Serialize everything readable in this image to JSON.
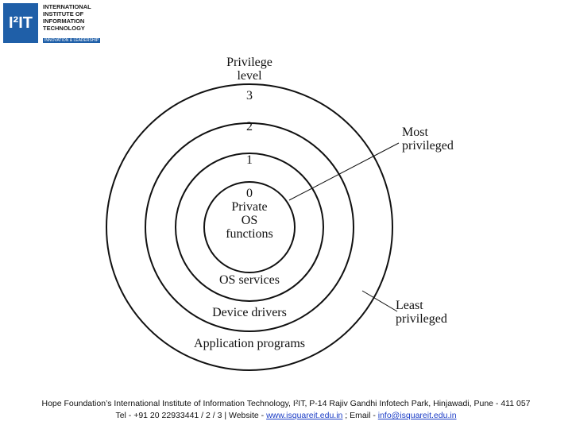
{
  "logo": {
    "mark": "I²IT",
    "lines": [
      "INTERNATIONAL",
      "INSTITUTE OF",
      "INFORMATION",
      "TECHNOLOGY"
    ],
    "tagline": "INNOVATION & LEADERSHIP"
  },
  "diagram": {
    "privilege_title_1": "Privilege",
    "privilege_title_2": "level",
    "level_3": "3",
    "level_2": "2",
    "level_1": "1",
    "level_0": "0",
    "core_1": "Private",
    "core_2": "OS",
    "core_3": "functions",
    "ring_os_services": "OS services",
    "ring_device_drivers": "Device drivers",
    "ring_applications": "Application programs",
    "most_1": "Most",
    "most_2": "privileged",
    "least_1": "Least",
    "least_2": "privileged"
  },
  "footer": {
    "line1": "Hope Foundation’s International Institute of Information Technology, I²IT, P-14 Rajiv Gandhi Infotech Park, Hinjawadi, Pune - 411 057",
    "line2_prefix": "Tel - +91 20 22933441 / 2 / 3  |  Website - ",
    "website": "www.isquareit.edu.in",
    "line2_mid": " ; Email - ",
    "email": "info@isquareit.edu.in"
  }
}
